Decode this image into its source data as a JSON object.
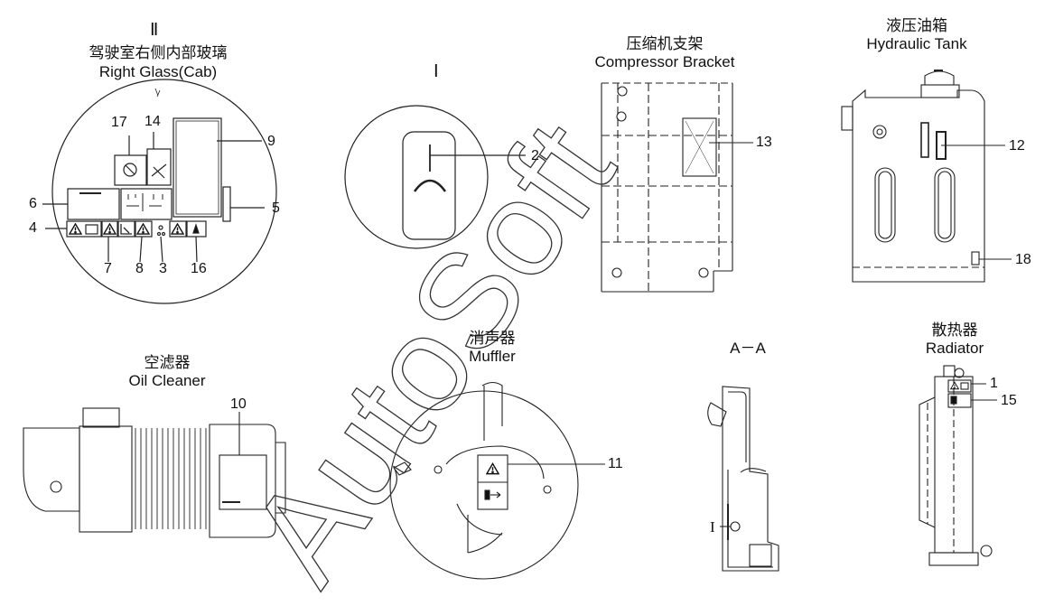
{
  "sections": {
    "cab": {
      "roman": "Ⅱ",
      "cn": "驾驶室右侧内部玻璃",
      "en": "Right Glass(Cab)"
    },
    "view_i": {
      "roman": "Ⅰ"
    },
    "compressor": {
      "cn": "压缩机支架",
      "en": "Compressor Bracket"
    },
    "hydraulic": {
      "cn": "液压油箱",
      "en": "Hydraulic Tank"
    },
    "cleaner": {
      "cn": "空滤器",
      "en": "Oil Cleaner"
    },
    "muffler": {
      "cn": "消声器",
      "en": "Muffler"
    },
    "section_aa": {
      "title": "A－A",
      "marker": "I"
    },
    "radiator": {
      "cn": "散热器",
      "en": "Radiator"
    }
  },
  "callouts": {
    "c17": "17",
    "c14": "14",
    "c9": "9",
    "c6": "6",
    "c5": "5",
    "c4": "4",
    "c7": "7",
    "c8": "8",
    "c3": "3",
    "c16": "16",
    "c2": "2",
    "c13": "13",
    "c12": "12",
    "c18": "18",
    "c10": "10",
    "c11": "11",
    "c1": "1",
    "c15": "15"
  },
  "watermark": "AutoSoft",
  "colors": {
    "line": "#222222",
    "dashed": "#555555",
    "bg": "#ffffff"
  }
}
